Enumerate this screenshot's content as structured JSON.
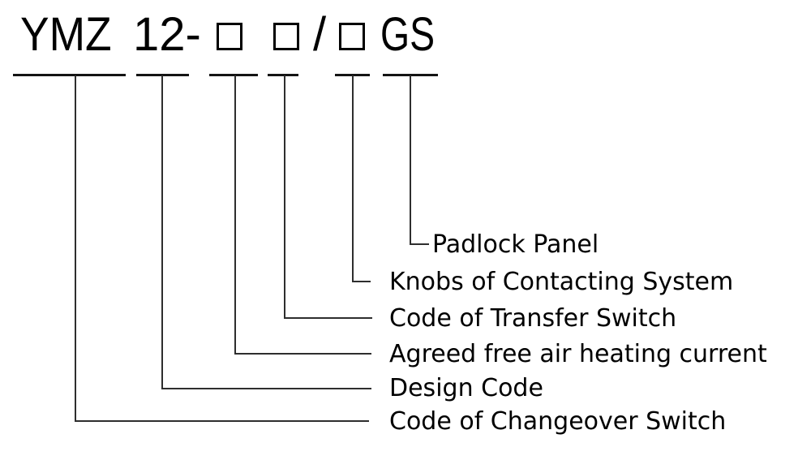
{
  "model_code": {
    "series": "YMZ",
    "design": "12-",
    "separator": "/",
    "suffix": "GS",
    "placeholder_glyph": "box"
  },
  "labels": [
    {
      "text": "Padlock Panel"
    },
    {
      "text": "Knobs of Contacting System"
    },
    {
      "text": "Code of Transfer Switch"
    },
    {
      "text": "Agreed free air heating current"
    },
    {
      "text": "Design Code"
    },
    {
      "text": "Code of Changeover Switch"
    }
  ],
  "colors": {
    "background": "#ffffff",
    "text": "#000000",
    "connector_line": "#2e2e2e",
    "underline": "#141414"
  }
}
